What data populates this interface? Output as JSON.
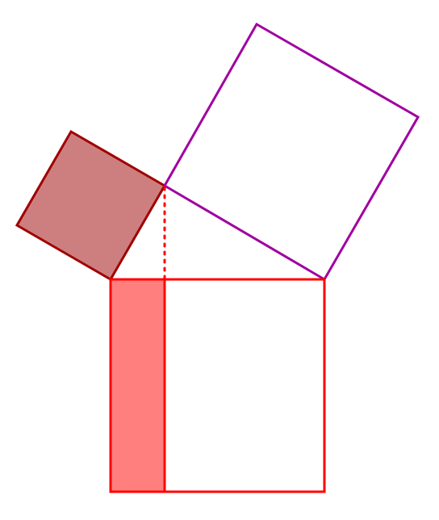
{
  "diagram": {
    "description_visible_text": "",
    "colors": {
      "small_square_fill": "#cd7f7f",
      "small_square_stroke": "#a00000",
      "large_square_stroke": "#a000a0",
      "bottom_square_stroke": "#ff0000",
      "bottom_rect_fill": "#ff7f7f",
      "altitude_dotted": "#ff0000",
      "triangle_stroke": "#a000a0"
    },
    "shapes": [
      "small-square-on-leg",
      "large-square-on-leg",
      "square-on-hypotenuse",
      "filled-rectangle-in-hypotenuse-square",
      "altitude-dotted-line"
    ]
  }
}
